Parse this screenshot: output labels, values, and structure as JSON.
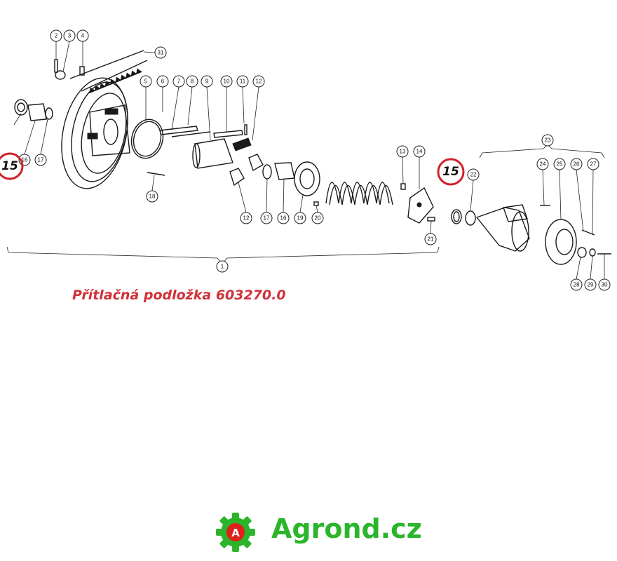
{
  "caption": "Přítlačná podložka 603270.0",
  "brand": {
    "name": "Agrond.cz",
    "logo_letter": "A",
    "color": "#2bb52b"
  },
  "highlight_color": "#d0202a",
  "caption_color": "#d0323a",
  "highlight_label": "15",
  "callout_labels": {
    "c1": "1",
    "c2": "2",
    "c3": "3",
    "c4": "4",
    "c5": "5",
    "c6": "6",
    "c7": "7",
    "c8": "8",
    "c9": "9",
    "c10": "10",
    "c11": "11",
    "c12a": "12",
    "c12b": "12",
    "c13": "13",
    "c14": "14",
    "c16a": "16",
    "c16b": "16",
    "c17a": "17",
    "c17b": "17",
    "c18": "18",
    "c19": "19",
    "c20": "20",
    "c21": "21",
    "c22": "22",
    "c23": "23",
    "c24": "24",
    "c25": "25",
    "c26": "26",
    "c27": "27",
    "c28": "28",
    "c29": "29",
    "c30": "30",
    "c31": "31"
  }
}
